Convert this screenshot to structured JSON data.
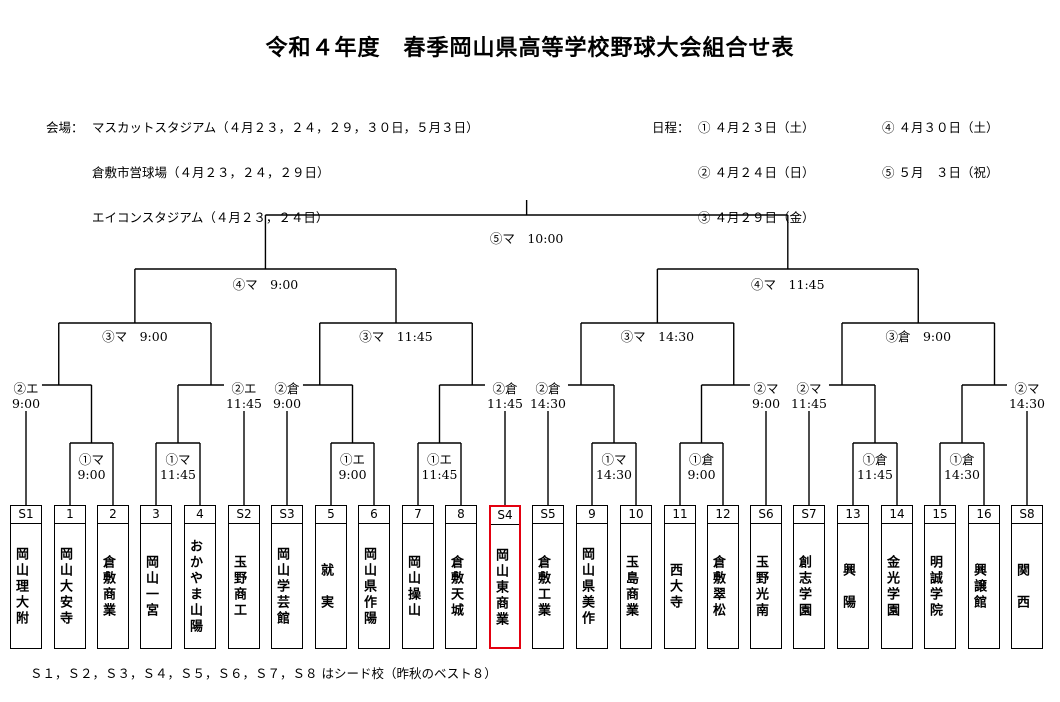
{
  "title": "令和４年度　春季岡山県高等学校野球大会組合せ表",
  "venues": {
    "label": "会場：",
    "items": [
      "マスカットスタジアム（４月２３，２４，２９，３０日，５月３日）",
      "倉敷市営球場（４月２３，２４，２９日）",
      "エイコンスタジアム（４月２３，２４日）"
    ]
  },
  "schedule": {
    "label": "日程：",
    "col1": [
      "① ４月２３日（土）",
      "② ４月２４日（日）",
      "③ ４月２９日（金）"
    ],
    "col2": [
      "④ ４月３０日（土）",
      "⑤ ５月　３日（祝）"
    ]
  },
  "teams": [
    {
      "no": "S1",
      "name": "岡山理大附"
    },
    {
      "no": "1",
      "name": "岡山大安寺"
    },
    {
      "no": "2",
      "name": "倉敷商業"
    },
    {
      "no": "3",
      "name": "岡山一宮"
    },
    {
      "no": "4",
      "name": "おかやま山陽"
    },
    {
      "no": "S2",
      "name": "玉野商工"
    },
    {
      "no": "S3",
      "name": "岡山学芸館"
    },
    {
      "no": "5",
      "name": "就　実"
    },
    {
      "no": "6",
      "name": "岡山県作陽"
    },
    {
      "no": "7",
      "name": "岡山操山"
    },
    {
      "no": "8",
      "name": "倉敷天城"
    },
    {
      "no": "S4",
      "name": "岡山東商業"
    },
    {
      "no": "S5",
      "name": "倉敷工業"
    },
    {
      "no": "9",
      "name": "岡山県美作"
    },
    {
      "no": "10",
      "name": "玉島商業"
    },
    {
      "no": "11",
      "name": "西大寺"
    },
    {
      "no": "12",
      "name": "倉敷翠松"
    },
    {
      "no": "S6",
      "name": "玉野光南"
    },
    {
      "no": "S7",
      "name": "創志学園"
    },
    {
      "no": "13",
      "name": "興　陽"
    },
    {
      "no": "14",
      "name": "金光学園"
    },
    {
      "no": "15",
      "name": "明誠学院"
    },
    {
      "no": "16",
      "name": "興譲館"
    },
    {
      "no": "S8",
      "name": "関　西"
    }
  ],
  "highlight_team": "S4",
  "labels": {
    "r1": [
      "①マ\n9:00",
      "①マ\n11:45",
      "①エ\n9:00",
      "①エ\n11:45",
      "①マ\n14:30",
      "①倉\n9:00",
      "①倉\n11:45",
      "①倉\n14:30"
    ],
    "r2": [
      "②エ\n9:00",
      "②エ\n11:45",
      "②倉\n9:00",
      "②倉\n11:45",
      "②倉\n14:30",
      "②マ\n9:00",
      "②マ\n11:45",
      "②マ\n14:30"
    ],
    "r3": [
      "③マ　9:00",
      "③マ　11:45",
      "③マ　14:30",
      "③倉　9:00"
    ],
    "r4": [
      "④マ　9:00",
      "④マ　11:45"
    ],
    "final": "⑤マ　10:00"
  },
  "footnote": "Ｓ１，Ｓ２，Ｓ３，Ｓ４，Ｓ５，Ｓ６，Ｓ７，Ｓ８ はシード校（昨秋のベスト８）",
  "colors": {
    "highlight": "#e3000f",
    "line": "#000000"
  }
}
